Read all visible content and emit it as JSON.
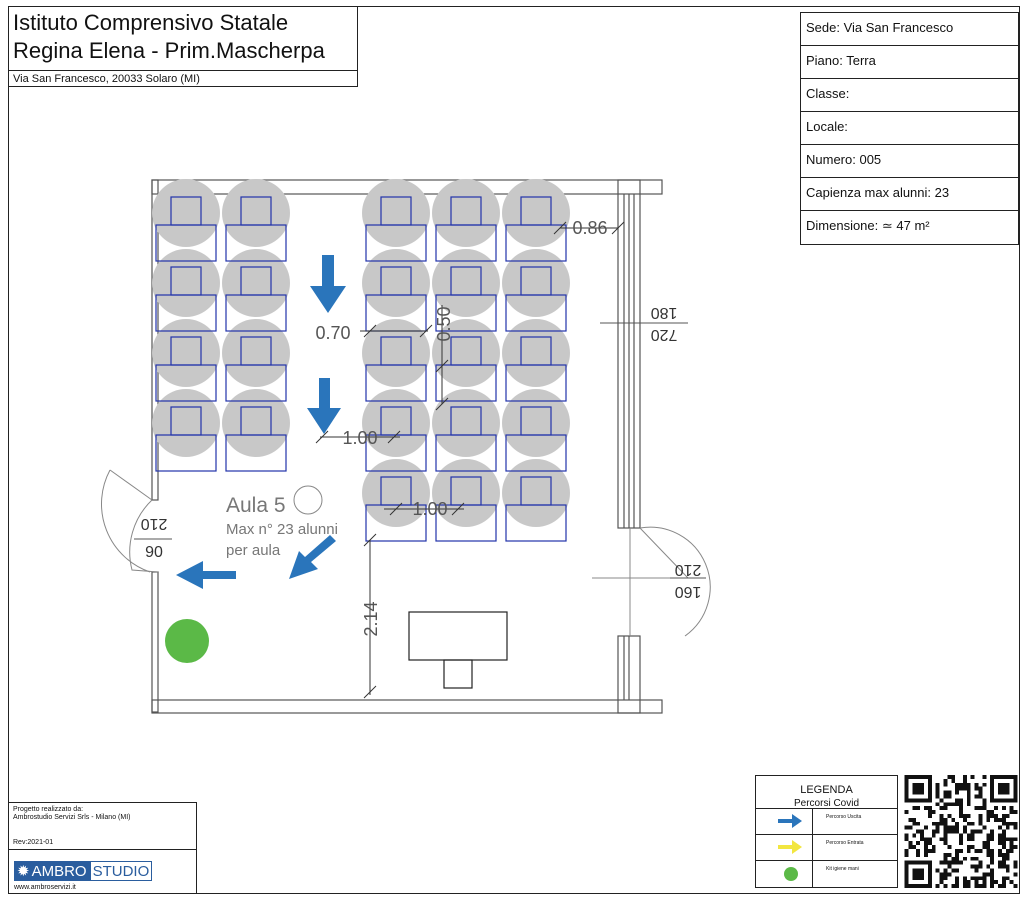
{
  "title": {
    "line1": "Istituto Comprensivo Statale",
    "line2": "Regina Elena - Prim.Mascherpa",
    "address": "Via San Francesco, 20033 Solaro (MI)"
  },
  "info": {
    "sede": "Sede: Via San Francesco",
    "piano": "Piano: Terra",
    "classe": "Classe:",
    "locale": "Locale:",
    "numero": "Numero: 005",
    "capienza": "Capienza max alunni: 23",
    "dimensione": "Dimensione: ≃ 47 m²"
  },
  "plan": {
    "room_name": "Aula 5",
    "capacity_line1": "Max n° 23 alunni",
    "capacity_line2": "per aula",
    "dims": {
      "d086": "0.86",
      "d070": "0.70",
      "d050": "0.50",
      "d100a": "1.00",
      "d100b": "1.00",
      "d214": "2.14"
    },
    "window_top": "180",
    "window_bottom": "720",
    "door_left_top": "210",
    "door_left_bottom": "90",
    "door_right_top": "210",
    "door_right_bottom": "160",
    "colors": {
      "arrow": "#2a75bb",
      "hygiene": "#5bb947",
      "desk": "#2233aa",
      "distance_circle": "#c8c8c8"
    }
  },
  "credit": {
    "line1": "Progetto realizzato da:",
    "line2": "Ambrostudio Servizi Srls - Milano (MI)",
    "rev": "Rev:2021-01",
    "logo_a": "AMBRO",
    "logo_b": "STUDIO",
    "web": "www.ambroservizi.it"
  },
  "legend": {
    "title": "LEGENDA",
    "subtitle": "Percorsi Covid",
    "items": [
      {
        "label": "Percorso Uscita",
        "icon": "blue-arrow-icon",
        "color": "#2a75bb"
      },
      {
        "label": "Percorso Entrata",
        "icon": "yellow-arrow-icon",
        "color": "#f2e640"
      },
      {
        "label": "Kit igiene mani",
        "icon": "green-dot-icon",
        "color": "#5bb947"
      }
    ]
  }
}
